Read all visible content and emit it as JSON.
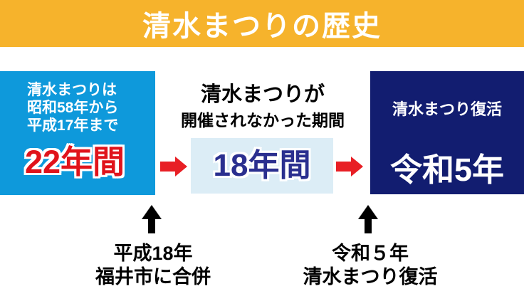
{
  "header": {
    "title": "清水まつりの歴史",
    "bg_color": "#F6B32C"
  },
  "past_box": {
    "line1": "清水まつりは",
    "line2": "昭和58年から",
    "line3": "平成17年まで",
    "duration": "22年間",
    "bg_color": "#0E99DB",
    "duration_color": "#E0131B"
  },
  "gap_section": {
    "title_line1": "清水まつりが",
    "title_line2": "開催されなかった期間",
    "duration": "18年間",
    "box_bg_color": "#DCEDF6",
    "duration_color": "#2A2F8F"
  },
  "revival_box": {
    "label": "清水まつり復活",
    "year": "令和5年",
    "bg_color": "#121D70"
  },
  "arrows": {
    "flow_arrow_color": "#E81F25",
    "event_arrow_color": "#000000"
  },
  "events": [
    {
      "line1": "平成18年",
      "line2": "福井市に合併"
    },
    {
      "line1": "令和５年",
      "line2": "清水まつり復活"
    }
  ]
}
